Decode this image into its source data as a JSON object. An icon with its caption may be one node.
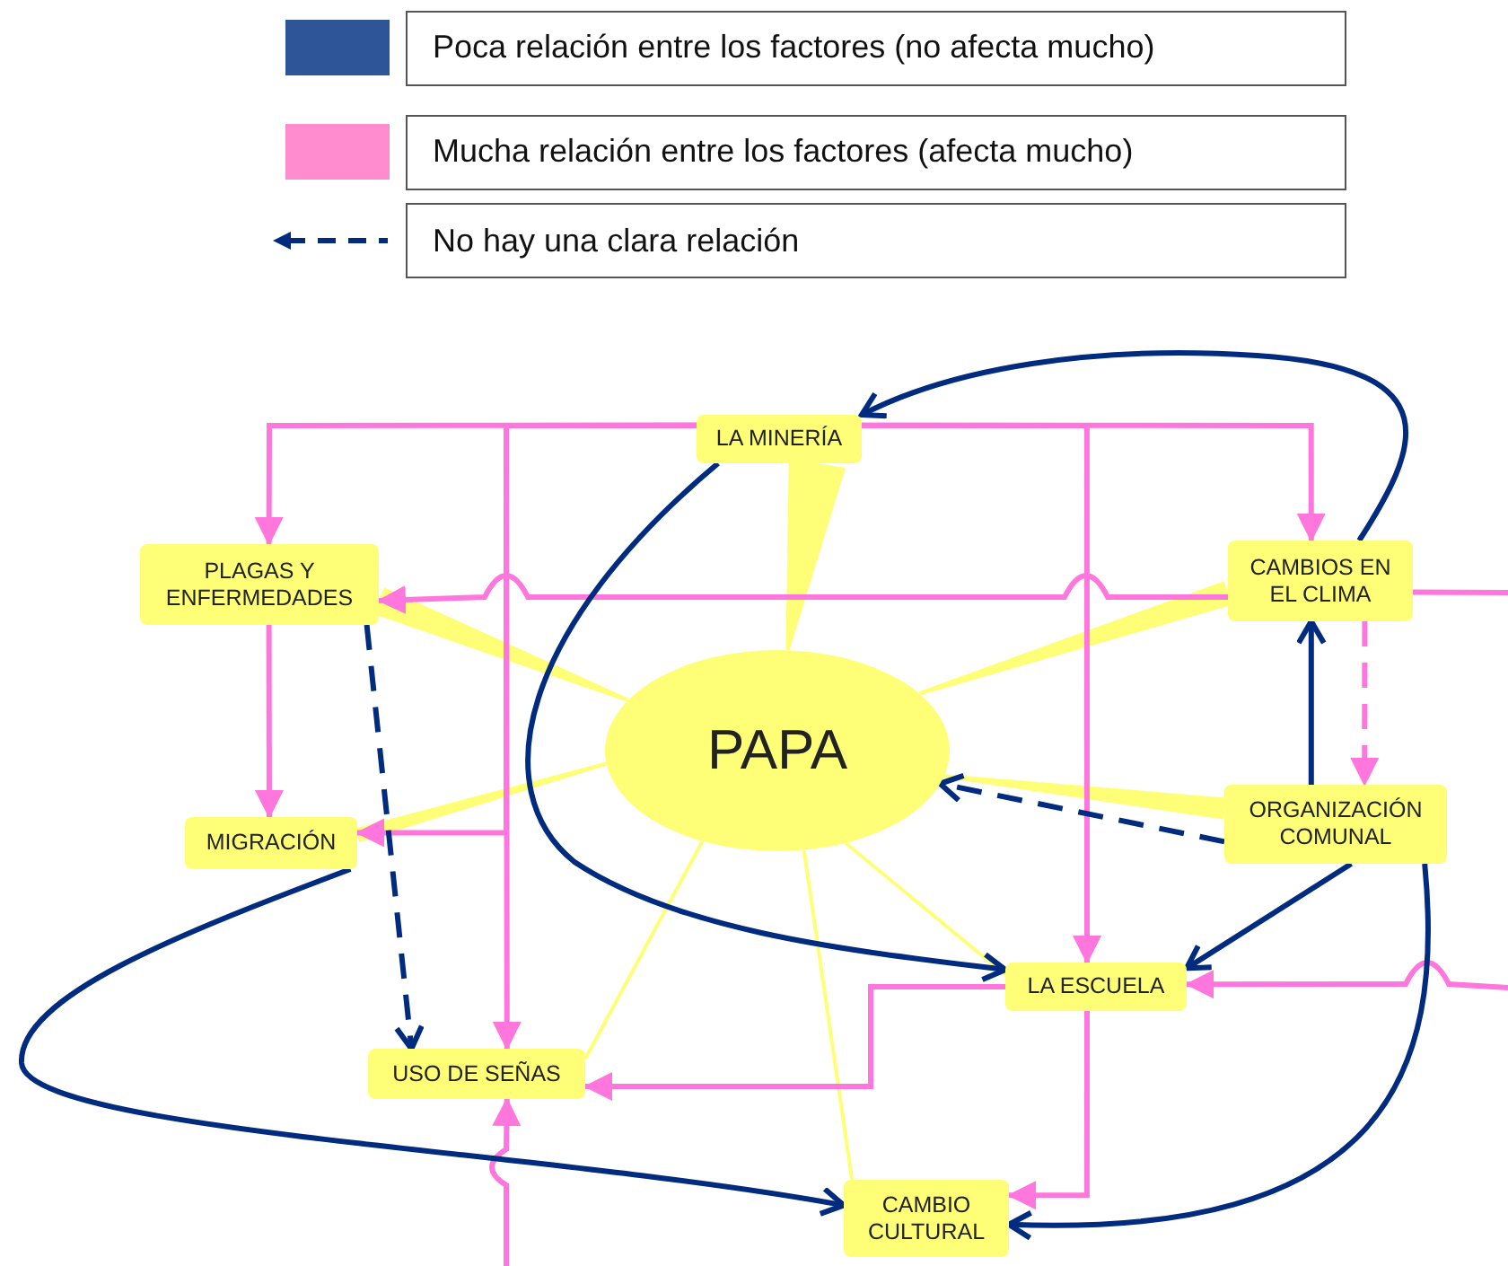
{
  "diagram": {
    "nodes": [
      {
        "text": [
          "LA MINERÍA"
        ]
      },
      {
        "text": [
          "PLAGAS Y ENFERMEDADES"
        ]
      },
      {
        "text": [
          "CAMBIOS EN EL CLIMA"
        ]
      },
      {
        "text": [
          "PAPA"
        ]
      },
      {
        "text": [
          "MIGRACIÓN"
        ]
      },
      {
        "text": [
          "ORGANIZACIÓN COMUNAL"
        ]
      },
      {
        "text": [
          "LA ESCUELA"
        ]
      },
      {
        "text": [
          "USO DE SEÑAS"
        ]
      },
      {
        "text": [
          "CAMBIO CULTURAL"
        ]
      }
    ],
    "edges": [
      {
        "from": 3,
        "to": 0,
        "arrow": "none",
        "style": "thick",
        "color": "#ffff77"
      },
      {
        "from": 3,
        "to": 1,
        "arrow": "none",
        "style": "thick",
        "color": "#ffff77"
      },
      {
        "from": 3,
        "to": 2,
        "arrow": "none",
        "style": "thick",
        "color": "#ffff77"
      },
      {
        "from": 3,
        "to": 4,
        "arrow": "none",
        "style": "thick",
        "color": "#ffff77"
      },
      {
        "from": 3,
        "to": 5,
        "arrow": "none",
        "style": "thick",
        "color": "#ffff77"
      },
      {
        "from": 3,
        "to": 6,
        "arrow": "none",
        "color": "#ffff77"
      },
      {
        "from": 3,
        "to": 7,
        "arrow": "none",
        "color": "#ffff77"
      },
      {
        "from": 3,
        "to": 8,
        "arrow": "none",
        "color": "#ffff77"
      },
      {
        "from": 0,
        "to": 1,
        "arrow": "to"
      },
      {
        "from": 0,
        "to": 7,
        "arrow": "to"
      },
      {
        "from": 0,
        "to": 4,
        "arrow": "to"
      },
      {
        "from": 0,
        "to": 2,
        "arrow": "to"
      },
      {
        "from": 0,
        "to": 6,
        "arrow": "to"
      },
      {
        "from": 2,
        "to": 1,
        "arrow": "to"
      },
      {
        "from": 2,
        "to": null,
        "arrow": "none"
      },
      {
        "from": 2,
        "to": 5,
        "arrow": "to",
        "style": "dashed"
      },
      {
        "from": 1,
        "to": 4,
        "arrow": "to"
      },
      {
        "from": null,
        "to": 6,
        "arrow": "to"
      },
      {
        "from": 6,
        "to": 7,
        "arrow": "to"
      },
      {
        "from": 6,
        "to": 8,
        "arrow": "to"
      },
      {
        "from": null,
        "to": 7,
        "arrow": "to"
      },
      {
        "from": 2,
        "to": 0,
        "arrow": "to",
        "color": "#002b7f"
      },
      {
        "from": 5,
        "to": 2,
        "arrow": "to",
        "color": "#002b7f"
      },
      {
        "from": 5,
        "to": 3,
        "arrow": "to",
        "style": "dashed",
        "color": "#002b7f"
      },
      {
        "from": 5,
        "to": 6,
        "arrow": "to",
        "color": "#002b7f"
      },
      {
        "from": 5,
        "to": 8,
        "arrow": "to",
        "color": "#002b7f"
      },
      {
        "from": 0,
        "to": 6,
        "arrow": "to",
        "color": "#002b7f"
      },
      {
        "from": 1,
        "to": 7,
        "arrow": "to",
        "style": "dashed",
        "color": "#002b7f"
      },
      {
        "from": 4,
        "to": 8,
        "arrow": "to",
        "color": "#002b7f"
      }
    ],
    "legend": [
      {
        "text": "Poca relación entre los factores (no afecta mucho)",
        "color": "#2e5597"
      },
      {
        "text": "Mucha relación entre los factores (afecta mucho)",
        "color": "#ff8ccf"
      },
      {
        "text": "No hay una clara relación"
      }
    ]
  }
}
